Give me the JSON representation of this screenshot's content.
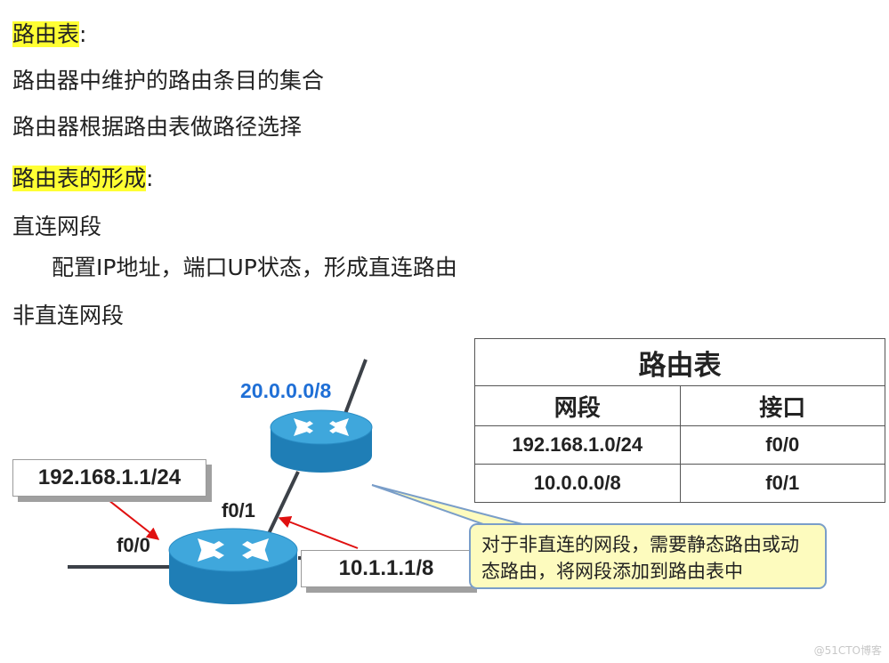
{
  "text": {
    "heading1": "路由表",
    "heading1_colon": ":",
    "line1": "路由器中维护的路由条目的集合",
    "line2": "路由器根据路由表做路径选择",
    "heading2": "路由表的形成",
    "heading2_colon": ":",
    "line3": "直连网段",
    "line4": "配置IP地址，端口UP状态，形成直连路由",
    "line5": "非直连网段"
  },
  "diagram": {
    "network_label": "20.0.0.0/8",
    "host_label_left": "192.168.1.1/24",
    "host_label_right": "10.1.1.1/8",
    "interface_f00": "f0/0",
    "interface_f01": "f0/1",
    "callout": "对于非直连的网段，需要静态路由或动态路由，将网段添加到路由表中"
  },
  "routing_table": {
    "title": "路由表",
    "columns": [
      "网段",
      "接口"
    ],
    "rows": [
      [
        "192.168.1.0/24",
        "f0/0"
      ],
      [
        "10.0.0.0/8",
        "f0/1"
      ]
    ]
  },
  "watermark": "@51CTO博客",
  "colors": {
    "highlight": "#ffff33",
    "network_label": "#1f6fd6",
    "router_top": "#3fa7dc",
    "router_body": "#1f7eb6",
    "arrow": "#e01010",
    "callout_bg": "#fdfbbe",
    "callout_border": "#7a9ec9"
  }
}
